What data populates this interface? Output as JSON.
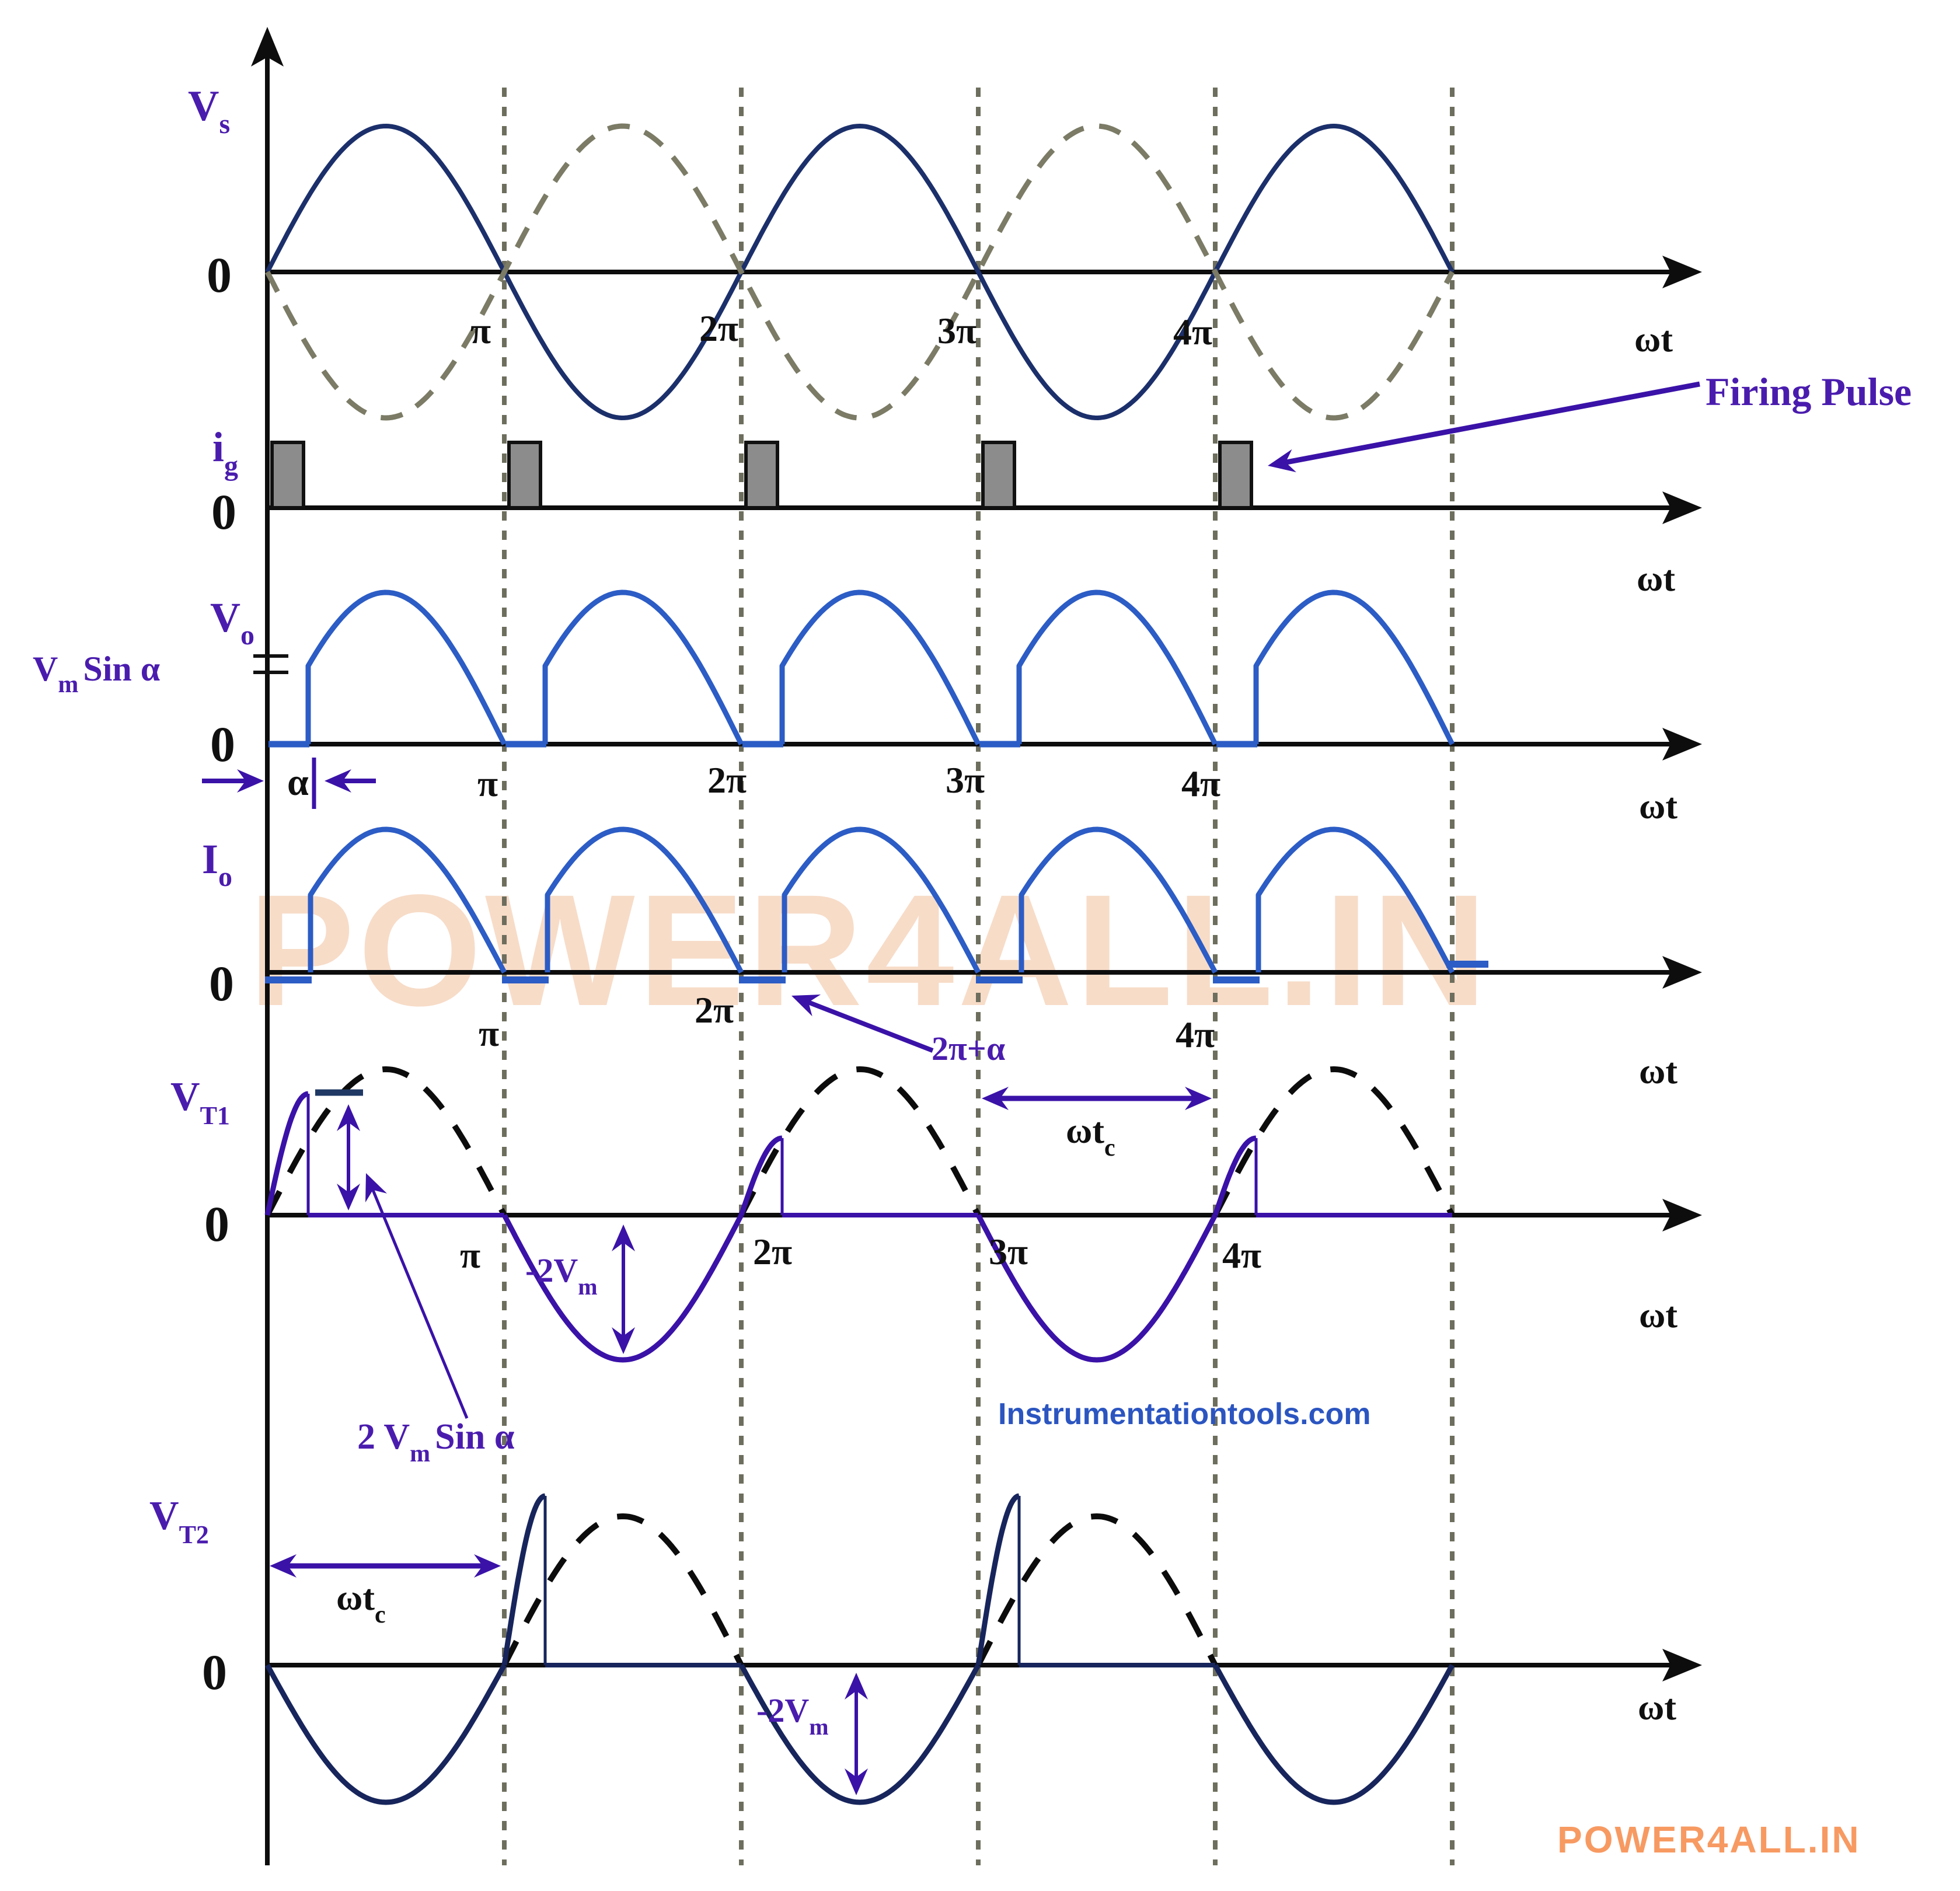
{
  "figure": {
    "watermark": "POWER4ALL.IN",
    "site_brand": "POWER4ALL.IN",
    "site_credit": "Instrumentationtools.com"
  },
  "labels": {
    "zero": "0",
    "omega_t": "ωt",
    "pi": "π",
    "two_pi": "2π",
    "three_pi": "3π",
    "four_pi": "4π",
    "alpha": "α",
    "firing_pulse": "Firing Pulse",
    "two_pi_plus_alpha": "2π+α",
    "vs": {
      "pre": "V",
      "sub": "s"
    },
    "ig": {
      "pre": "i",
      "sub": "g"
    },
    "vo": {
      "pre": "V",
      "sub": "o"
    },
    "io": {
      "pre": "I",
      "sub": "o"
    },
    "vt1": {
      "pre": "V",
      "sub": "T1"
    },
    "vt2": {
      "pre": "V",
      "sub": "T2"
    },
    "vm_sin_alpha": {
      "pre": "V",
      "sub": "m",
      "post": "Sin α"
    },
    "two_vm_sin_alpha": {
      "pre": "2 V",
      "sub": "m",
      "post": "Sin α"
    },
    "minus_2vm": {
      "pre": "-2V",
      "sub": "m"
    },
    "omega_tc": {
      "pre": "ωt",
      "sub": "c"
    }
  },
  "colors": {
    "label_purple": "#4a1cae",
    "wave_purple": "#3a12a8",
    "wave_navy": "#1b2f6b",
    "wave_blue": "#2c5cc5",
    "vt2_navy": "#17255c",
    "dashed_sine_gray": "#7b7b66",
    "grid_gray": "#6e6e5e",
    "pulse_fill": "#8c8c8c",
    "axis_black": "#0d0d0d",
    "dashed_black": "#0c0c0c",
    "tick_navy": "#1f3864",
    "watermark_peach": "#f7dcc8",
    "brand_orange": "#f79a62",
    "credit_blue": "#2b55c0"
  },
  "chart_data": {
    "type": "line",
    "subject": "single-phase full-wave controlled rectifier waveforms vs ωt",
    "x_axis": {
      "label": "ωt",
      "tick_labels": [
        "π",
        "2π",
        "3π",
        "4π"
      ],
      "range_pi": [
        0,
        5
      ],
      "gridlines_at_pi": [
        1,
        2,
        3,
        4,
        5
      ]
    },
    "alpha_deg": 30,
    "rows": [
      {
        "id": "vs",
        "label": "Vs",
        "zero_label": "0",
        "type": "sine",
        "solid": "sin(ωt) for 0..5π",
        "dashed": "-sin(ωt) mirror reference"
      },
      {
        "id": "ig",
        "label": "ig",
        "zero_label": "0",
        "type": "pulse-train",
        "pulses_at": "kπ+α, k=0..4",
        "annotation": "Firing Pulse"
      },
      {
        "id": "vo",
        "label": "Vo",
        "zero_label": "0",
        "type": "rectified-sine",
        "conduction": "kπ+α to (k+1)π",
        "turn_on_level": "Vm·Sinα",
        "annotations": [
          "α"
        ]
      },
      {
        "id": "io",
        "label": "Io",
        "zero_label": "0",
        "type": "rectified-sine",
        "conduction": "kπ+α to (k+1)π",
        "annotations": [
          "2π+α"
        ]
      },
      {
        "id": "vt1",
        "label": "VT1",
        "zero_label": "0",
        "type": "thyristor-voltage",
        "zero_spans": "kπ+α..(k+1)π for k even",
        "negative_humps_pi": [
          [
            1,
            2
          ],
          [
            3,
            4
          ]
        ],
        "dashed_humps_pi": [
          [
            0,
            1
          ],
          [
            2,
            3
          ],
          [
            4,
            5
          ]
        ],
        "annotations": [
          "2 Vm Sinα",
          "-2Vm",
          "ωtc"
        ]
      },
      {
        "id": "vt2",
        "label": "VT2",
        "zero_label": "0",
        "type": "thyristor-voltage",
        "negative_humps_pi": [
          [
            0,
            1
          ],
          [
            2,
            3
          ],
          [
            4,
            5
          ]
        ],
        "dashed_humps_pi": [
          [
            1,
            2
          ],
          [
            3,
            4
          ]
        ],
        "annotations": [
          "ωtc",
          "-2Vm"
        ]
      }
    ]
  }
}
